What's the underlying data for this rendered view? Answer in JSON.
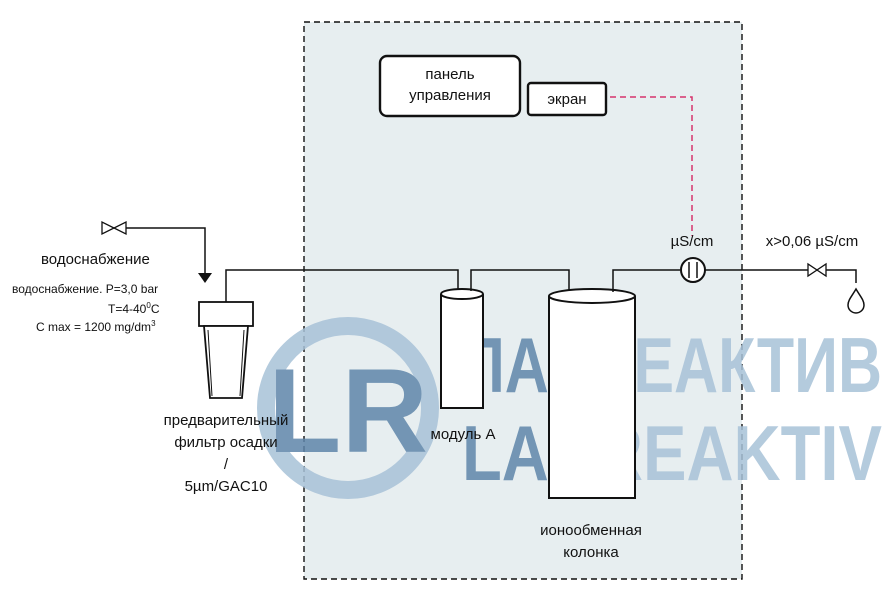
{
  "water_supply": {
    "title": "водоснабжение",
    "params_line1": "водоснабжение. P=3,0 bar",
    "params_line2_prefix": "T=4-40",
    "params_line2_sup": "0",
    "params_line2_suffix": "C",
    "params_line3_prefix": "C max = 1200 mg/dm",
    "params_line3_sup": "3"
  },
  "prefilter": {
    "label_line1": "предварительный",
    "label_line2": "фильтр осадки",
    "label_line3": "/",
    "label_line4": "5µm/GAC10"
  },
  "control_panel": {
    "label_line1": "панель",
    "label_line2": "управления"
  },
  "screen": {
    "label": "экран"
  },
  "module_a": {
    "label": "модуль А"
  },
  "ion_column": {
    "label_line1": "ионообменная",
    "label_line2": "колонка"
  },
  "sensor": {
    "label": "µS/cm"
  },
  "outlet": {
    "label": "x>0,06 µS/cm"
  },
  "watermark": {
    "logo_text": "LR",
    "line1_dark": "ЛАБ",
    "line1_light": "РЕАКТИВ",
    "line2_dark": "LAB",
    "line2_light": "REAKTIV"
  },
  "colors": {
    "line": "#111111",
    "signal": "#d6336c",
    "enclosure_fill": "#e7eef0",
    "watermark_dark": "#5f86aa",
    "watermark_light": "#a8c2d8"
  }
}
